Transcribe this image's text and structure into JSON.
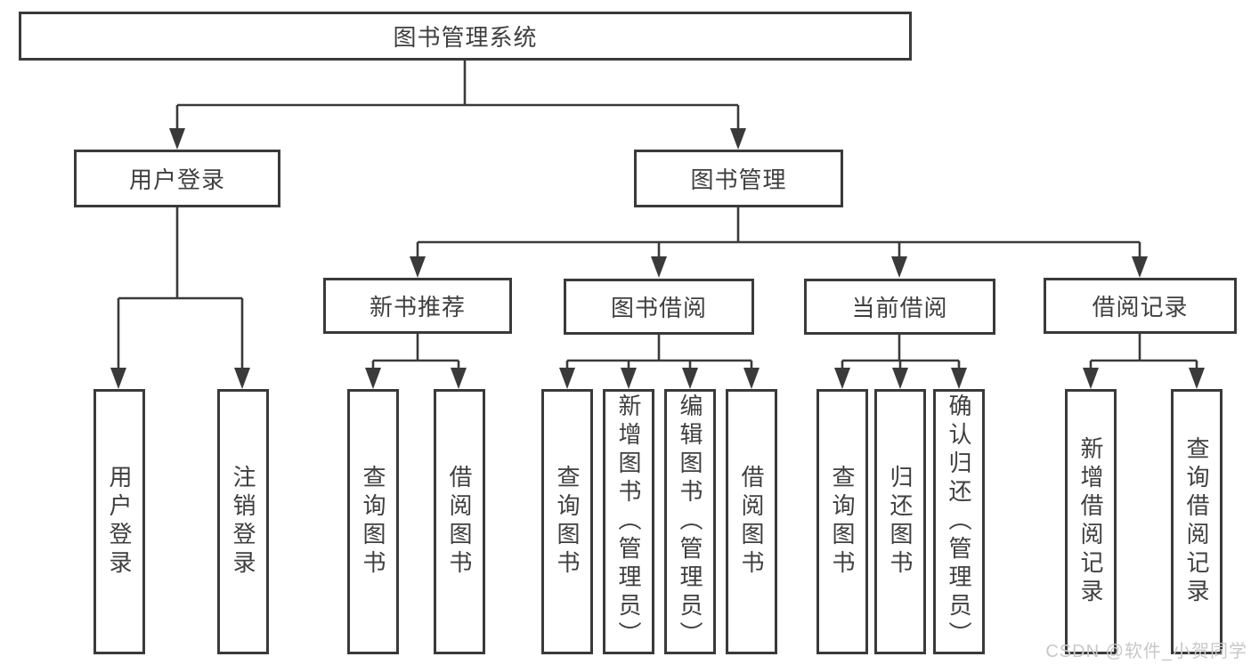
{
  "tree": {
    "root": {
      "label": "图书管理系统"
    },
    "branches": [
      {
        "label": "用户登录",
        "children": [
          {
            "label": "用户登录"
          },
          {
            "label": "注销登录"
          }
        ]
      },
      {
        "label": "图书管理",
        "children": [
          {
            "label": "新书推荐",
            "children": [
              {
                "label": "查询图书"
              },
              {
                "label": "借阅图书"
              }
            ]
          },
          {
            "label": "图书借阅",
            "children": [
              {
                "label": "查询图书"
              },
              {
                "label": "新增图书（管理员）"
              },
              {
                "label": "编辑图书（管理员）"
              },
              {
                "label": "借阅图书"
              }
            ]
          },
          {
            "label": "当前借阅",
            "children": [
              {
                "label": "查询图书"
              },
              {
                "label": "归还图书"
              },
              {
                "label": "确认归还（管理员）"
              }
            ]
          },
          {
            "label": "借阅记录",
            "children": [
              {
                "label": "新增借阅记录"
              },
              {
                "label": "查询借阅记录"
              }
            ]
          }
        ]
      }
    ]
  },
  "watermark": {
    "text": "CSDN @软件_小贺同学"
  },
  "colors": {
    "line": "#3a3a3a",
    "text": "#3f3f3f",
    "watermark": "#c8c8c8",
    "background": "#ffffff"
  }
}
